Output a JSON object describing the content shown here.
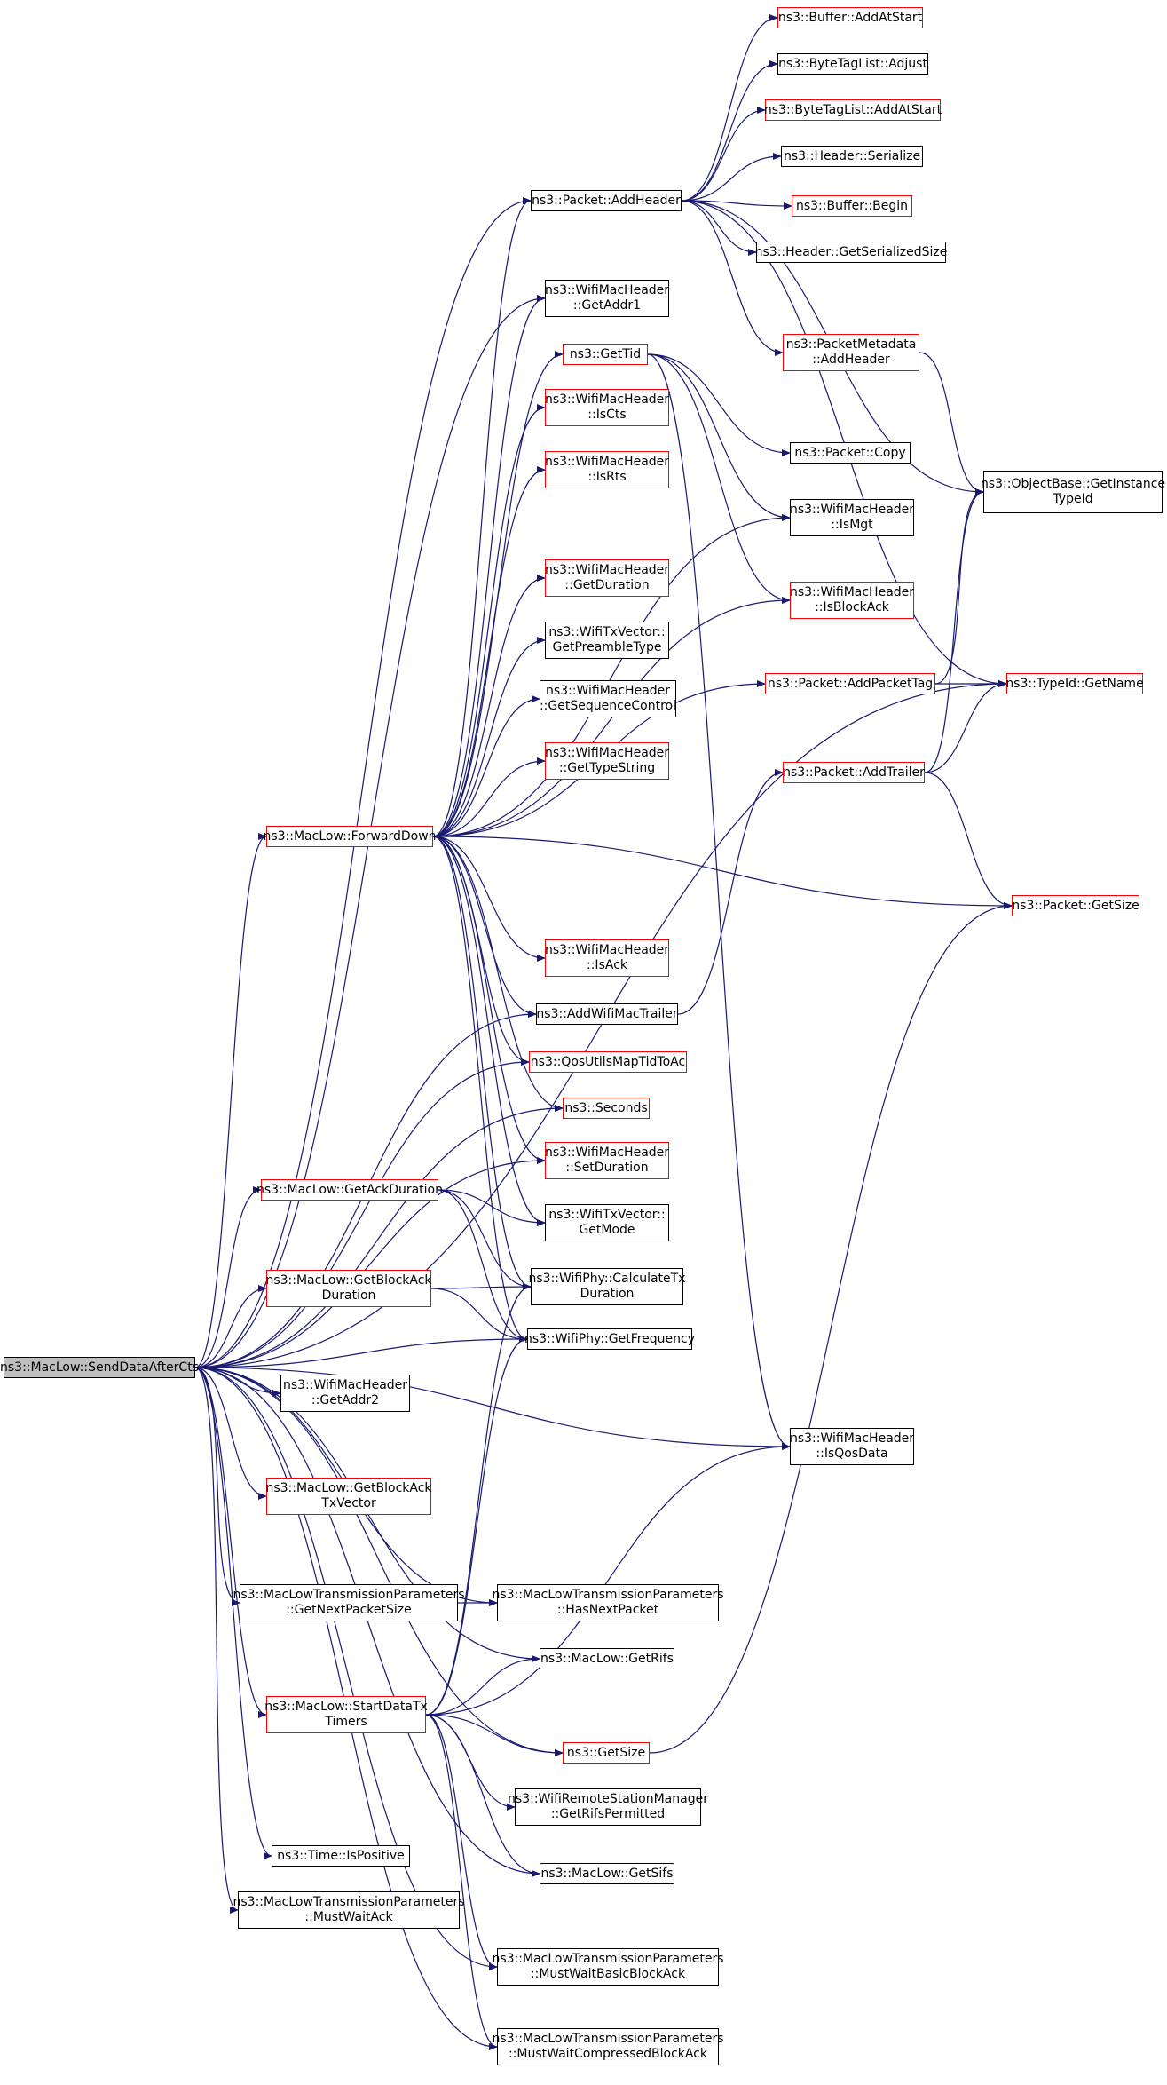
{
  "colors": {
    "edge": "#191970",
    "normal_border": "#000000",
    "highlight_border": "#ff0000",
    "root_fill": "#bfbfbf",
    "background": "#ffffff"
  },
  "nodes": {
    "root": {
      "lines": [
        "ns3::MacLow::SendDataAfterCts"
      ],
      "style": "root"
    },
    "buffer_addatstart": {
      "lines": [
        "ns3::Buffer::AddAtStart"
      ],
      "style": "red"
    },
    "bytetaglist_adjust": {
      "lines": [
        "ns3::ByteTagList::Adjust"
      ],
      "style": "normal"
    },
    "bytetaglist_addatstart": {
      "lines": [
        "ns3::ByteTagList::AddAtStart"
      ],
      "style": "red"
    },
    "header_serialize": {
      "lines": [
        "ns3::Header::Serialize"
      ],
      "style": "normal"
    },
    "packet_addheader": {
      "lines": [
        "ns3::Packet::AddHeader"
      ],
      "style": "normal"
    },
    "buffer_begin": {
      "lines": [
        "ns3::Buffer::Begin"
      ],
      "style": "red"
    },
    "header_getserializedsize": {
      "lines": [
        "ns3::Header::GetSerializedSize"
      ],
      "style": "normal"
    },
    "wmh_getaddr1": {
      "lines": [
        "ns3::WifiMacHeader",
        "::GetAddr1"
      ],
      "style": "normal"
    },
    "gettid": {
      "lines": [
        "ns3::GetTid"
      ],
      "style": "red"
    },
    "packetmetadata_addheader": {
      "lines": [
        "ns3::PacketMetadata",
        "::AddHeader"
      ],
      "style": "red"
    },
    "wmh_iscts": {
      "lines": [
        "ns3::WifiMacHeader",
        "::IsCts"
      ],
      "style": "red"
    },
    "packet_copy": {
      "lines": [
        "ns3::Packet::Copy"
      ],
      "style": "normal"
    },
    "objectbase_getinstancetypeid": {
      "lines": [
        "ns3::ObjectBase::GetInstance",
        "TypeId"
      ],
      "style": "normal"
    },
    "wmh_isrts": {
      "lines": [
        "ns3::WifiMacHeader",
        "::IsRts"
      ],
      "style": "red"
    },
    "wmh_ismgt": {
      "lines": [
        "ns3::WifiMacHeader",
        "::IsMgt"
      ],
      "style": "normal"
    },
    "wmh_getduration": {
      "lines": [
        "ns3::WifiMacHeader",
        "::GetDuration"
      ],
      "style": "red"
    },
    "wmh_isblockack": {
      "lines": [
        "ns3::WifiMacHeader",
        "::IsBlockAck"
      ],
      "style": "red"
    },
    "wtv_getpreambletype": {
      "lines": [
        "ns3::WifiTxVector::",
        "GetPreambleType"
      ],
      "style": "normal"
    },
    "packet_addpackettag": {
      "lines": [
        "ns3::Packet::AddPacketTag"
      ],
      "style": "red"
    },
    "typeid_getname": {
      "lines": [
        "ns3::TypeId::GetName"
      ],
      "style": "red"
    },
    "wmh_getsequencecontrol": {
      "lines": [
        "ns3::WifiMacHeader",
        "::GetSequenceControl"
      ],
      "style": "normal"
    },
    "wmh_gettypestring": {
      "lines": [
        "ns3::WifiMacHeader",
        "::GetTypeString"
      ],
      "style": "red"
    },
    "packet_addtrailer": {
      "lines": [
        "ns3::Packet::AddTrailer"
      ],
      "style": "red"
    },
    "maclow_forwarddown": {
      "lines": [
        "ns3::MacLow::ForwardDown"
      ],
      "style": "red"
    },
    "packet_getsize": {
      "lines": [
        "ns3::Packet::GetSize"
      ],
      "style": "red"
    },
    "wmh_isack": {
      "lines": [
        "ns3::WifiMacHeader",
        "::IsAck"
      ],
      "style": "red"
    },
    "addwifimactrailer": {
      "lines": [
        "ns3::AddWifiMacTrailer"
      ],
      "style": "normal"
    },
    "qosutilsmaptidtoac": {
      "lines": [
        "ns3::QosUtilsMapTidToAc"
      ],
      "style": "red"
    },
    "seconds": {
      "lines": [
        "ns3::Seconds"
      ],
      "style": "red"
    },
    "wmh_setduration": {
      "lines": [
        "ns3::WifiMacHeader",
        "::SetDuration"
      ],
      "style": "red"
    },
    "maclow_getackduration": {
      "lines": [
        "ns3::MacLow::GetAckDuration"
      ],
      "style": "red"
    },
    "wtv_getmode": {
      "lines": [
        "ns3::WifiTxVector::",
        "GetMode"
      ],
      "style": "normal"
    },
    "maclow_getblockackduration": {
      "lines": [
        "ns3::MacLow::GetBlockAck",
        "Duration"
      ],
      "style": "red"
    },
    "wifiphy_calculatetxduration": {
      "lines": [
        "ns3::WifiPhy::CalculateTx",
        "Duration"
      ],
      "style": "normal"
    },
    "wifiphy_getfrequency": {
      "lines": [
        "ns3::WifiPhy::GetFrequency"
      ],
      "style": "normal"
    },
    "wmh_getaddr2": {
      "lines": [
        "ns3::WifiMacHeader",
        "::GetAddr2"
      ],
      "style": "normal"
    },
    "wmh_isqosdata": {
      "lines": [
        "ns3::WifiMacHeader",
        "::IsQosData"
      ],
      "style": "normal"
    },
    "maclow_getblockacktxvector": {
      "lines": [
        "ns3::MacLow::GetBlockAck",
        "TxVector"
      ],
      "style": "red"
    },
    "mltp_getnextpacketsize": {
      "lines": [
        "ns3::MacLowTransmissionParameters",
        "::GetNextPacketSize"
      ],
      "style": "normal"
    },
    "mltp_hasnextpacket": {
      "lines": [
        "ns3::MacLowTransmissionParameters",
        "::HasNextPacket"
      ],
      "style": "normal"
    },
    "maclow_getrifs": {
      "lines": [
        "ns3::MacLow::GetRifs"
      ],
      "style": "normal"
    },
    "maclow_startdatatxtimers": {
      "lines": [
        "ns3::MacLow::StartDataTx",
        "Timers"
      ],
      "style": "red"
    },
    "getsize": {
      "lines": [
        "ns3::GetSize"
      ],
      "style": "red"
    },
    "wrsm_getrifspermitted": {
      "lines": [
        "ns3::WifiRemoteStationManager",
        "::GetRifsPermitted"
      ],
      "style": "normal"
    },
    "time_ispositive": {
      "lines": [
        "ns3::Time::IsPositive"
      ],
      "style": "normal"
    },
    "maclow_getsifs": {
      "lines": [
        "ns3::MacLow::GetSifs"
      ],
      "style": "normal"
    },
    "mltp_mustwaitack": {
      "lines": [
        "ns3::MacLowTransmissionParameters",
        "::MustWaitAck"
      ],
      "style": "normal"
    },
    "mltp_mustwaitbasicblockack": {
      "lines": [
        "ns3::MacLowTransmissionParameters",
        "::MustWaitBasicBlockAck"
      ],
      "style": "normal"
    },
    "mltp_mustwaitcompressedblockack": {
      "lines": [
        "ns3::MacLowTransmissionParameters",
        "::MustWaitCompressedBlockAck"
      ],
      "style": "normal"
    }
  },
  "edges": [
    [
      "root",
      "packet_addheader"
    ],
    [
      "root",
      "wmh_getaddr1"
    ],
    [
      "root",
      "typeid_getname"
    ],
    [
      "root",
      "maclow_forwarddown"
    ],
    [
      "root",
      "addwifimactrailer"
    ],
    [
      "root",
      "qosutilsmaptidtoac"
    ],
    [
      "root",
      "seconds"
    ],
    [
      "root",
      "wmh_setduration"
    ],
    [
      "root",
      "maclow_getackduration"
    ],
    [
      "root",
      "maclow_getblockackduration"
    ],
    [
      "root",
      "wifiphy_getfrequency"
    ],
    [
      "root",
      "wmh_getaddr2"
    ],
    [
      "root",
      "wmh_isqosdata"
    ],
    [
      "root",
      "maclow_getblockacktxvector"
    ],
    [
      "root",
      "mltp_getnextpacketsize"
    ],
    [
      "root",
      "mltp_hasnextpacket"
    ],
    [
      "root",
      "maclow_getrifs"
    ],
    [
      "root",
      "maclow_startdatatxtimers"
    ],
    [
      "root",
      "getsize"
    ],
    [
      "root",
      "time_ispositive"
    ],
    [
      "root",
      "mltp_mustwaitack"
    ],
    [
      "root",
      "maclow_getsifs"
    ],
    [
      "root",
      "mltp_mustwaitbasicblockack"
    ],
    [
      "root",
      "mltp_mustwaitcompressedblockack"
    ],
    [
      "packet_addheader",
      "buffer_addatstart"
    ],
    [
      "packet_addheader",
      "bytetaglist_adjust"
    ],
    [
      "packet_addheader",
      "bytetaglist_addatstart"
    ],
    [
      "packet_addheader",
      "header_serialize"
    ],
    [
      "packet_addheader",
      "buffer_begin"
    ],
    [
      "packet_addheader",
      "header_getserializedsize"
    ],
    [
      "packet_addheader",
      "packetmetadata_addheader"
    ],
    [
      "packet_addheader",
      "objectbase_getinstancetypeid"
    ],
    [
      "packet_addheader",
      "typeid_getname"
    ],
    [
      "packetmetadata_addheader",
      "objectbase_getinstancetypeid"
    ],
    [
      "gettid",
      "packet_copy"
    ],
    [
      "gettid",
      "wmh_ismgt"
    ],
    [
      "gettid",
      "wmh_isblockack"
    ],
    [
      "gettid",
      "wmh_isqosdata"
    ],
    [
      "packet_addpackettag",
      "objectbase_getinstancetypeid"
    ],
    [
      "packet_addpackettag",
      "typeid_getname"
    ],
    [
      "packet_addtrailer",
      "objectbase_getinstancetypeid"
    ],
    [
      "packet_addtrailer",
      "typeid_getname"
    ],
    [
      "packet_addtrailer",
      "packet_getsize"
    ],
    [
      "maclow_forwarddown",
      "packet_addheader"
    ],
    [
      "maclow_forwarddown",
      "wmh_getaddr1"
    ],
    [
      "maclow_forwarddown",
      "gettid"
    ],
    [
      "maclow_forwarddown",
      "wmh_iscts"
    ],
    [
      "maclow_forwarddown",
      "wmh_isrts"
    ],
    [
      "maclow_forwarddown",
      "wmh_ismgt"
    ],
    [
      "maclow_forwarddown",
      "wmh_getduration"
    ],
    [
      "maclow_forwarddown",
      "wtv_getpreambletype"
    ],
    [
      "maclow_forwarddown",
      "wmh_getsequencecontrol"
    ],
    [
      "maclow_forwarddown",
      "wmh_gettypestring"
    ],
    [
      "maclow_forwarddown",
      "wmh_isblockack"
    ],
    [
      "maclow_forwarddown",
      "packet_addpackettag"
    ],
    [
      "maclow_forwarddown",
      "packet_getsize"
    ],
    [
      "maclow_forwarddown",
      "wmh_isack"
    ],
    [
      "maclow_forwarddown",
      "addwifimactrailer"
    ],
    [
      "maclow_forwarddown",
      "qosutilsmaptidtoac"
    ],
    [
      "maclow_forwarddown",
      "seconds"
    ],
    [
      "maclow_forwarddown",
      "wmh_setduration"
    ],
    [
      "maclow_forwarddown",
      "wtv_getmode"
    ],
    [
      "maclow_forwarddown",
      "wifiphy_calculatetxduration"
    ],
    [
      "maclow_forwarddown",
      "wifiphy_getfrequency"
    ],
    [
      "addwifimactrailer",
      "packet_addtrailer"
    ],
    [
      "maclow_getackduration",
      "wtv_getmode"
    ],
    [
      "maclow_getackduration",
      "wifiphy_calculatetxduration"
    ],
    [
      "maclow_getackduration",
      "wifiphy_getfrequency"
    ],
    [
      "maclow_getblockackduration",
      "wifiphy_calculatetxduration"
    ],
    [
      "maclow_getblockackduration",
      "wifiphy_getfrequency"
    ],
    [
      "mltp_getnextpacketsize",
      "mltp_hasnextpacket"
    ],
    [
      "maclow_startdatatxtimers",
      "wifiphy_calculatetxduration"
    ],
    [
      "maclow_startdatatxtimers",
      "wifiphy_getfrequency"
    ],
    [
      "maclow_startdatatxtimers",
      "wmh_isqosdata"
    ],
    [
      "maclow_startdatatxtimers",
      "maclow_getrifs"
    ],
    [
      "maclow_startdatatxtimers",
      "getsize"
    ],
    [
      "maclow_startdatatxtimers",
      "wrsm_getrifspermitted"
    ],
    [
      "maclow_startdatatxtimers",
      "maclow_getsifs"
    ],
    [
      "maclow_startdatatxtimers",
      "mltp_mustwaitbasicblockack"
    ],
    [
      "maclow_startdatatxtimers",
      "mltp_mustwaitcompressedblockack"
    ],
    [
      "getsize",
      "packet_getsize"
    ]
  ]
}
